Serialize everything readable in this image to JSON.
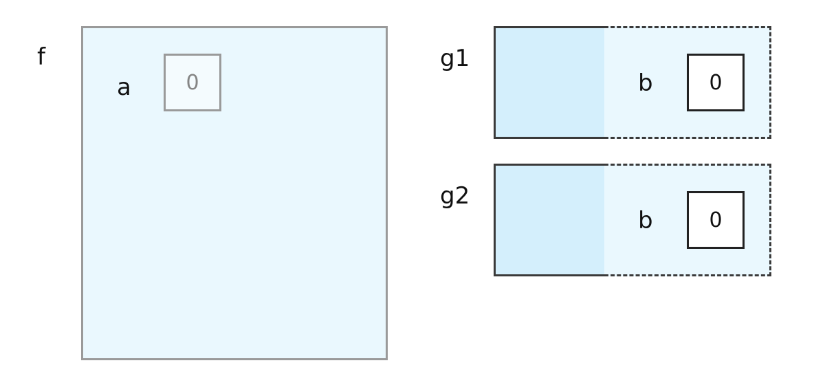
{
  "frame_f": {
    "label": "f",
    "variable": {
      "name": "a",
      "value": "0"
    }
  },
  "frames": [
    {
      "label": "g1",
      "variable": {
        "name": "b",
        "value": "0"
      }
    },
    {
      "label": "g2",
      "variable": {
        "name": "b",
        "value": "0"
      }
    }
  ],
  "colors": {
    "frame_fill": "#eaf8fe",
    "frame_left_fill": "#d4effc",
    "frame_f_border": "#9a9a9a",
    "frame_g_border": "#3a3a3a",
    "inactive_value": "#858585"
  }
}
